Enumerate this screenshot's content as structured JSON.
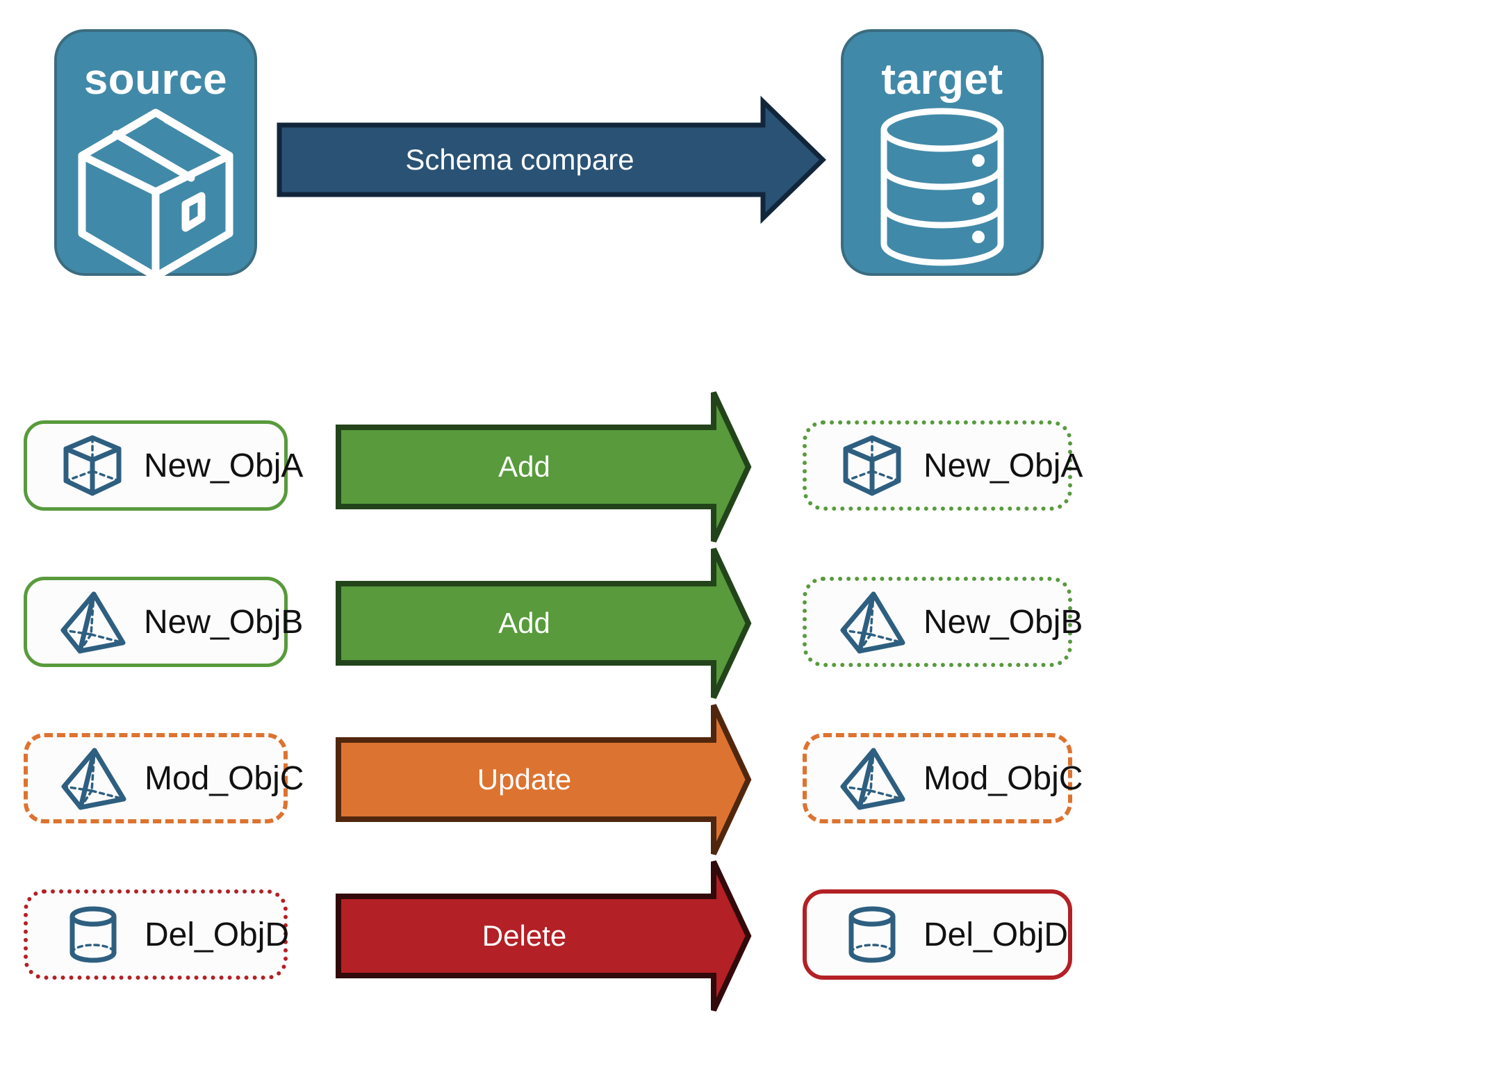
{
  "endpoints": {
    "source": {
      "title": "source",
      "icon": "package-box-icon"
    },
    "target": {
      "title": "target",
      "icon": "database-cylinder-icon"
    }
  },
  "compare_arrow": {
    "label": "Schema compare",
    "fill": "#2A5274",
    "stroke": "#12263B",
    "text_color": "#FFFFFF"
  },
  "colors": {
    "endpoint_fill": "#4189A8",
    "endpoint_border": "#3B6C80",
    "object_icon": "#2E5F80",
    "green": "#589A3C",
    "green_dark": "#23441A",
    "orange": "#DD7330",
    "orange_dark": "#50270E",
    "red": "#B32025",
    "red_dark": "#330A0B",
    "card_fill": "#FCFCFC",
    "label_text": "#111111"
  },
  "rows": [
    {
      "source": {
        "label": "New_ObjA",
        "icon": "wireframe-cube-icon",
        "border_style": "solid",
        "border_color": "#589A3C"
      },
      "action": {
        "label": "Add",
        "fill": "#589A3C",
        "stroke": "#23441A"
      },
      "target": {
        "label": "New_ObjA",
        "icon": "wireframe-cube-icon",
        "border_style": "dotted",
        "border_color": "#589A3C"
      }
    },
    {
      "source": {
        "label": "New_ObjB",
        "icon": "wireframe-pyramid-icon",
        "border_style": "solid",
        "border_color": "#589A3C"
      },
      "action": {
        "label": "Add",
        "fill": "#589A3C",
        "stroke": "#23441A"
      },
      "target": {
        "label": "New_ObjB",
        "icon": "wireframe-pyramid-icon",
        "border_style": "dotted",
        "border_color": "#589A3C"
      }
    },
    {
      "source": {
        "label": "Mod_ObjC",
        "icon": "wireframe-pyramid-icon",
        "border_style": "dashed",
        "border_color": "#DD7330"
      },
      "action": {
        "label": "Update",
        "fill": "#DD7330",
        "stroke": "#50270E"
      },
      "target": {
        "label": "Mod_ObjC",
        "icon": "wireframe-pyramid-icon",
        "border_style": "dashed",
        "border_color": "#DD7330"
      }
    },
    {
      "source": {
        "label": "Del_ObjD",
        "icon": "wireframe-cylinder-icon",
        "border_style": "dotted",
        "border_color": "#B32025"
      },
      "action": {
        "label": "Delete",
        "fill": "#B32025",
        "stroke": "#330A0B"
      },
      "target": {
        "label": "Del_ObjD",
        "icon": "wireframe-cylinder-icon",
        "border_style": "solid",
        "border_color": "#B32025"
      }
    }
  ]
}
